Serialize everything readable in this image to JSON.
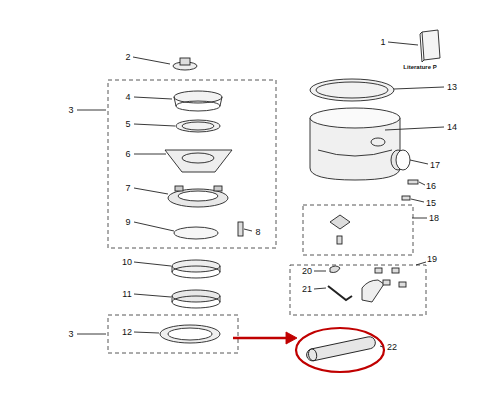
{
  "diagram": {
    "labels": [
      "1",
      "Literature P",
      "2",
      "3",
      "4",
      "5",
      "6",
      "7",
      "8",
      "9",
      "3",
      "10",
      "11",
      "12",
      "13",
      "14",
      "15",
      "16",
      "17",
      "18",
      "19",
      "20",
      "21",
      "22"
    ]
  }
}
